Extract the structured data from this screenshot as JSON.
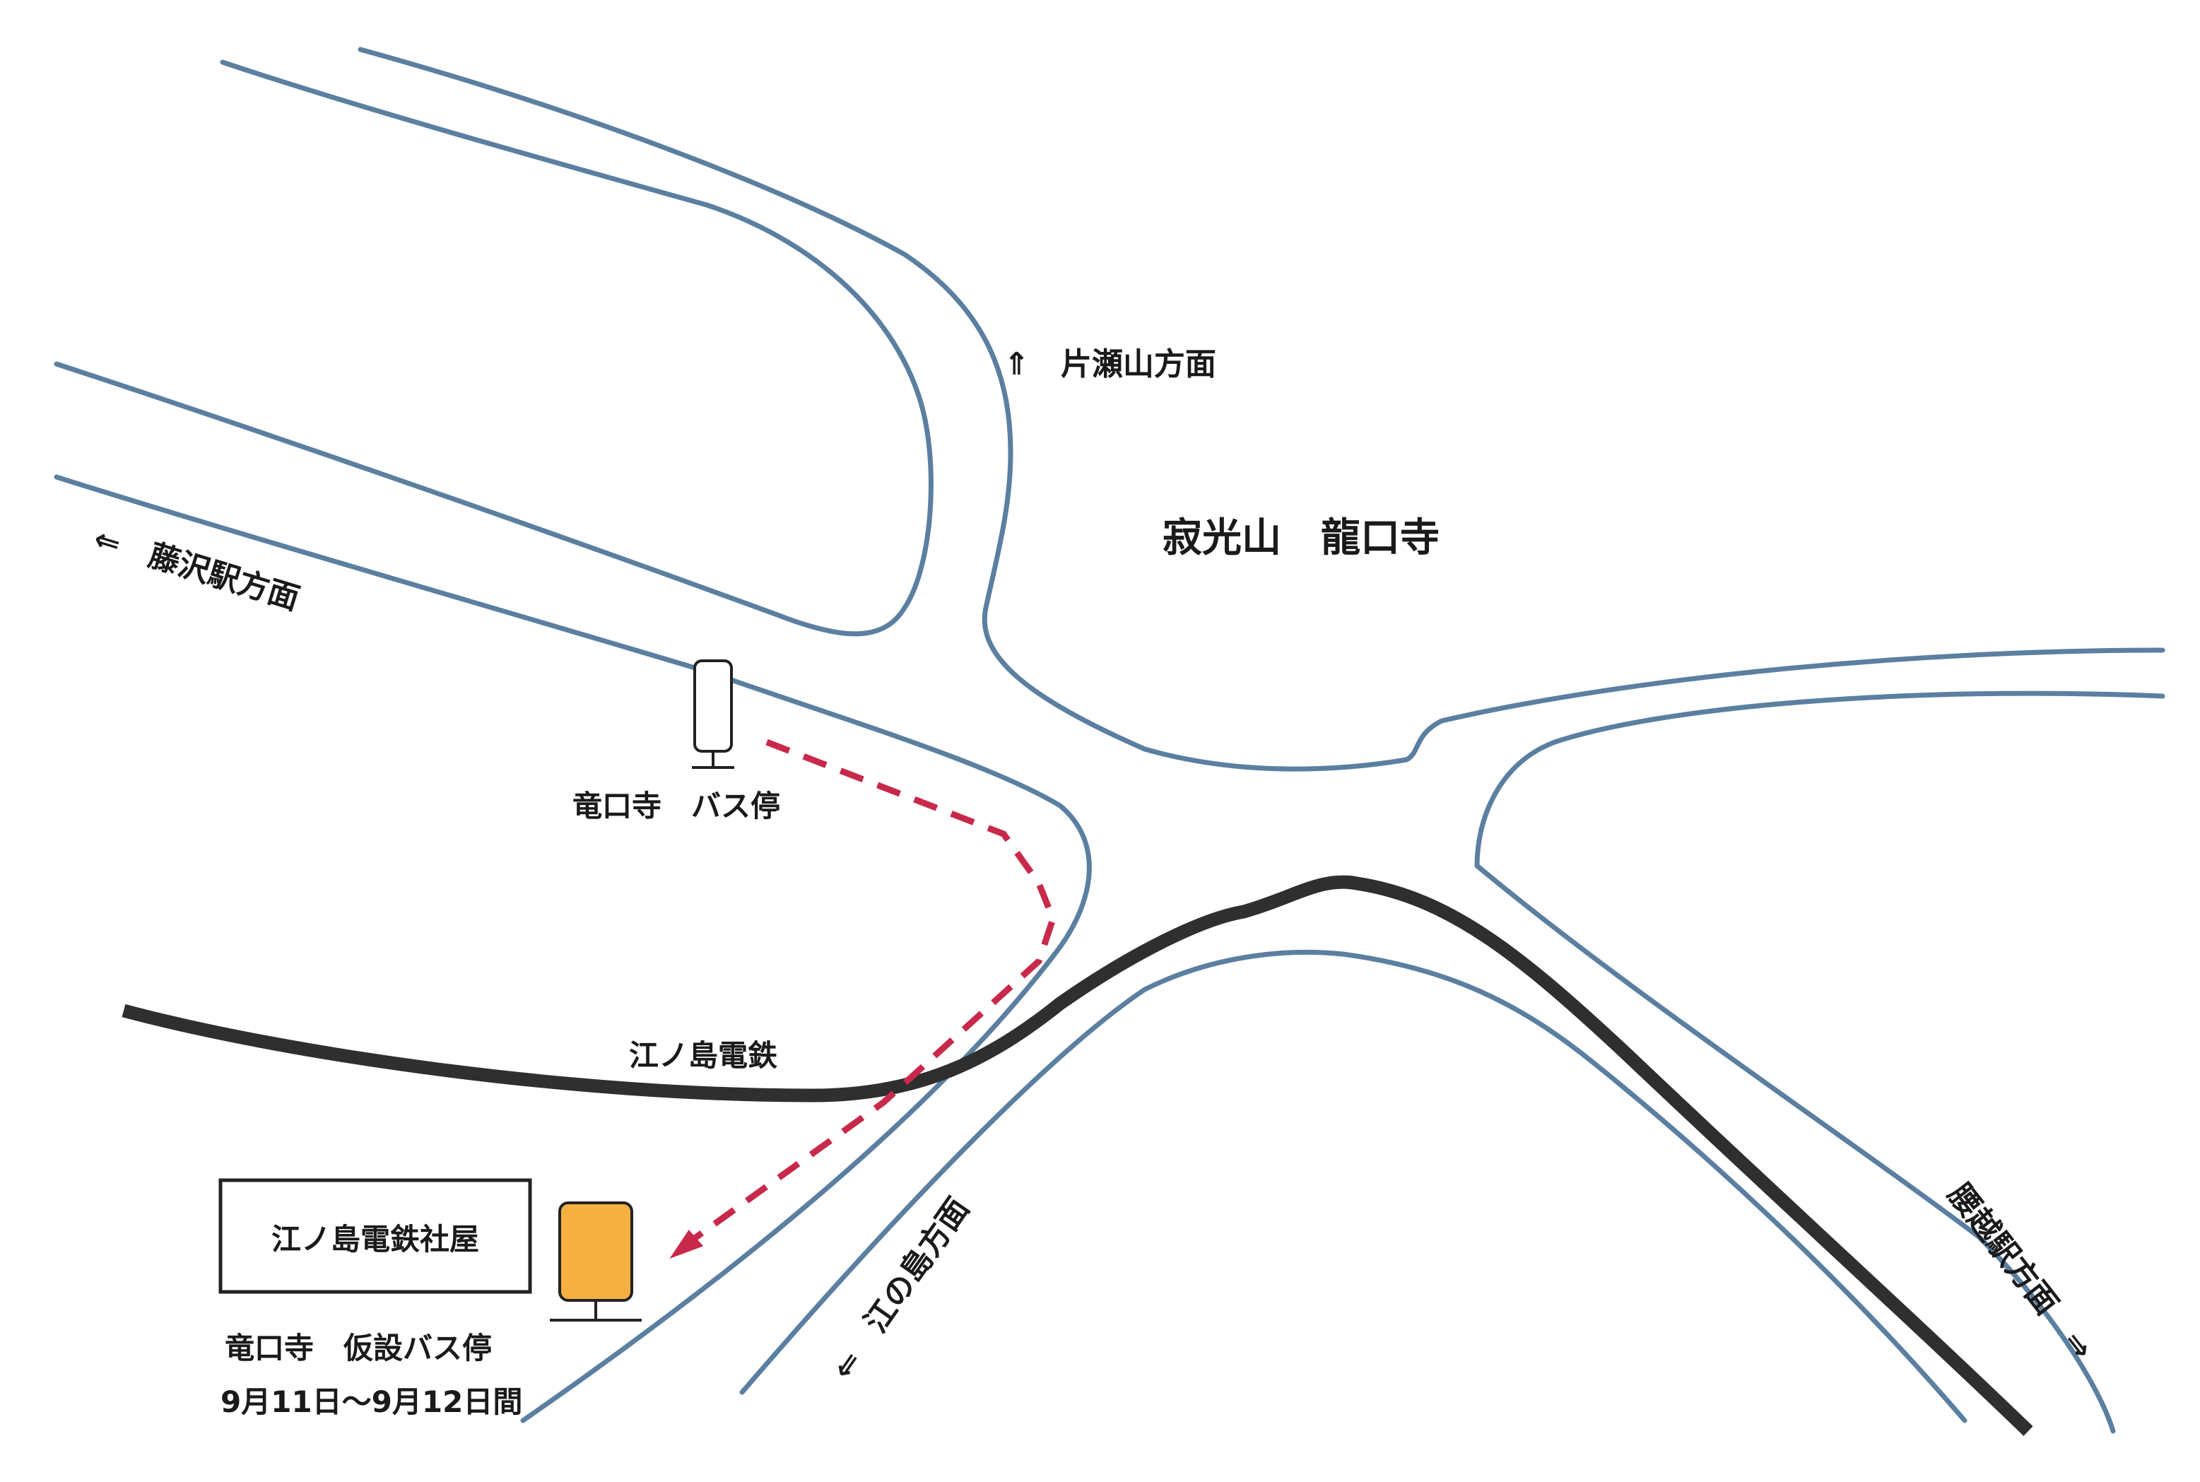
{
  "map": {
    "title": "寂光山　龍口寺",
    "directions": {
      "katase": "⇑　片瀬山方面",
      "fujisawa": "⇐　藤沢駅方面",
      "enoshima": "⇐　江の島方面",
      "koshigoe": "腰越駅方面　⇒"
    },
    "railway_label": "江ノ島電鉄",
    "building_label": "江ノ島電鉄社屋",
    "bus_stop": {
      "regular_label": "竜口寺　バス停",
      "temporary_label": "竜口寺　仮設バス停",
      "temporary_period": "9月11日～9月12日間"
    },
    "colors": {
      "road": "#5b7fa0",
      "railway": "#2f2f2f",
      "route": "#c8294a",
      "temporary_stop": "#f5b042"
    }
  }
}
